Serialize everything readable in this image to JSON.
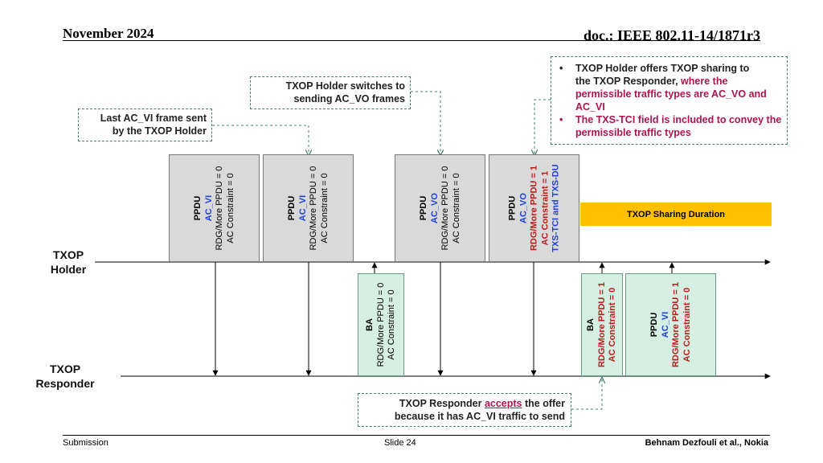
{
  "header": {
    "left": "November 2024",
    "right": "doc.: IEEE 802.11-14/1871r3"
  },
  "footer": {
    "left": "Submission",
    "center": "Slide 24",
    "right": "Behnam Dezfouli et al., Nokia"
  },
  "lanes": {
    "holder": [
      "TXOP",
      "Holder"
    ],
    "responder": [
      "TXOP",
      "Responder"
    ]
  },
  "callouts": {
    "last_vi": [
      "Last AC_VI frame sent",
      "by the TXOP Holder"
    ],
    "switch_vo": [
      "TXOP Holder switches to",
      "sending AC_VO frames"
    ],
    "offer": {
      "b1_line1": "TXOP Holder offers TXOP sharing to",
      "b1_line2": "the TXOP Responder,",
      "b1_highlight": " where the permissible traffic types are AC_VO and AC_VI",
      "b2": "The TXS-TCI field is included to convey the permissible traffic types"
    },
    "accept": {
      "pre": "TXOP Responder ",
      "link": "accepts",
      "post": " the offer",
      "line2": "because it has AC_VI traffic to send"
    }
  },
  "frames": {
    "f1": {
      "lines": [
        "PPDU",
        "AC_VI",
        "RDG/More PPDU = 0",
        "AC Constraint = 0"
      ]
    },
    "f2": {
      "lines": [
        "PPDU",
        "AC_VI",
        "RDG/More PPDU = 0",
        "AC Constraint = 0"
      ]
    },
    "f3": {
      "lines": [
        "PPDU",
        "AC_VO",
        "RDG/More PPDU = 0",
        "AC Constraint = 0"
      ]
    },
    "f4": {
      "lines": [
        "PPDU",
        "AC_VO",
        "RDG/More PPDU = 1",
        "AC Constraint = 1",
        "TXS-TCI and TXS-DU"
      ]
    },
    "ba1": {
      "lines": [
        "BA",
        "RDG/More PPDU = 0",
        "AC Constraint = 0"
      ]
    },
    "ba2": {
      "lines": [
        "BA",
        "RDG/More PPDU = 1",
        "AC Constraint = 0"
      ]
    },
    "r1": {
      "lines": [
        "PPDU",
        "AC_VI",
        "RDG/More PPDU = 1",
        "AC Constraint = 0"
      ]
    }
  },
  "sharing_label": "TXOP Sharing Duration",
  "colors": {
    "gray_frame": "#d9d9d9",
    "green_frame": "#d5efe2",
    "sharing": "#ffc000",
    "blue": "#1f3fe0",
    "red": "#c01a1a",
    "magenta": "#b0124f",
    "callout_border": "#3f7f6f"
  }
}
